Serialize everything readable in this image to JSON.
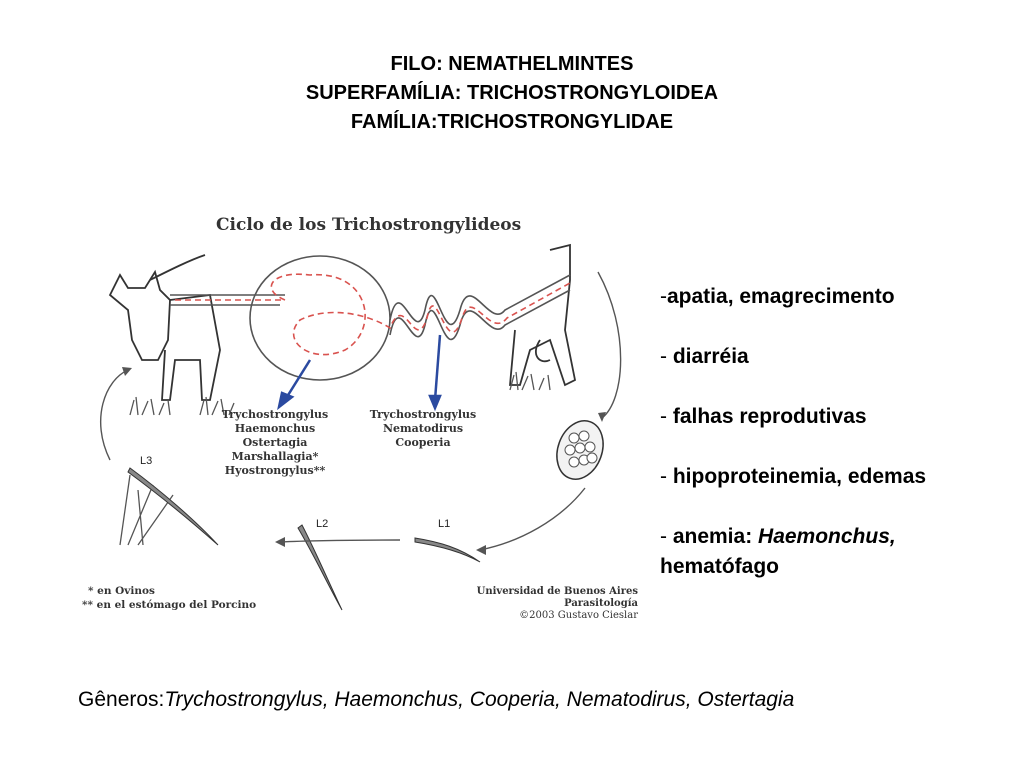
{
  "header": {
    "line1": "FILO: NEMATHELMINTES",
    "line2": "SUPERFAMÍLIA: TRICHOSTRONGYLOIDEA",
    "line3": "FAMÍLIA:TRICHOSTRONGYLIDAE"
  },
  "figure": {
    "title": "Ciclo de los Trichostrongylideos",
    "abomasum_genera": [
      "Trychostrongylus",
      "Haemonchus",
      "Ostertagia",
      "Marshallagia*",
      "Hyostrongylus**"
    ],
    "intestine_genera": [
      "Trychostrongylus",
      "Nematodirus",
      "Cooperia"
    ],
    "larva_labels": {
      "l1": "L1",
      "l2": "L2",
      "l3": "L3"
    },
    "footnotes": [
      "* en Ovinos",
      "** en el estómago del Porcino"
    ],
    "credits": [
      "Universidad de Buenos Aires",
      "Parasitología",
      "©2003 Gustavo Cieslar"
    ]
  },
  "symptoms": {
    "item1": "apatia, emagrecimento",
    "item2": "diarréia",
    "item3": "falhas reprodutivas",
    "item4": "hipoproteinemia, edemas",
    "item5_prefix": "anemia: ",
    "item5_genus": "Haemonchus,",
    "item5_cont": "hematófago"
  },
  "genera": {
    "label": "Gêneros:",
    "list": "Trychostrongylus, Haemonchus, Cooperia, Nematodirus, Ostertagia"
  },
  "colors": {
    "arrow_blue": "#2b4aa0",
    "dash_red": "#d9534f",
    "line_gray": "#444444"
  }
}
